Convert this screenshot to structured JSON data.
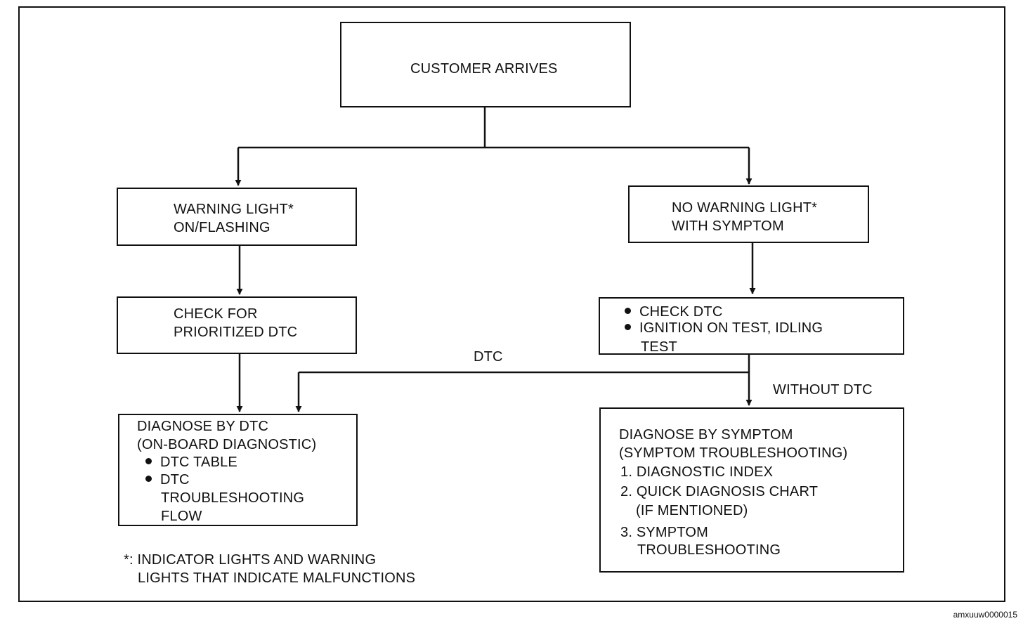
{
  "flowchart": {
    "start": "CUSTOMER ARRIVES",
    "left_branch": {
      "condition_line1": "WARNING LIGHT*",
      "condition_line2": "ON/FLASHING",
      "check_line1": "CHECK FOR",
      "check_line2": "PRIORITIZED DTC",
      "diagnose_line1": "DIAGNOSE BY DTC",
      "diagnose_line2": "(ON-BOARD DIAGNOSTIC)",
      "items": [
        "DTC TABLE",
        "DTC"
      ],
      "item2_cont1": "TROUBLESHOOTING",
      "item2_cont2": "FLOW"
    },
    "right_branch": {
      "condition_line1": "NO WARNING LIGHT*",
      "condition_line2": "WITH SYMPTOM",
      "checks": [
        "CHECK DTC",
        "IGNITION ON TEST, IDLING"
      ],
      "check2_cont": "TEST",
      "diagnose_line1": "DIAGNOSE BY SYMPTOM",
      "diagnose_line2": "(SYMPTOM TROUBLESHOOTING)",
      "steps": [
        "1. DIAGNOSTIC INDEX",
        "2. QUICK DIAGNOSIS CHART",
        "(IF MENTIONED)",
        "3. SYMPTOM",
        "TROUBLESHOOTING"
      ]
    },
    "edge_labels": {
      "dtc": "DTC",
      "without_dtc": "WITHOUT DTC"
    },
    "footnote_line1": "*: INDICATOR LIGHTS AND WARNING",
    "footnote_line2": "LIGHTS THAT INDICATE MALFUNCTIONS"
  },
  "image_id": "amxuuw0000015"
}
